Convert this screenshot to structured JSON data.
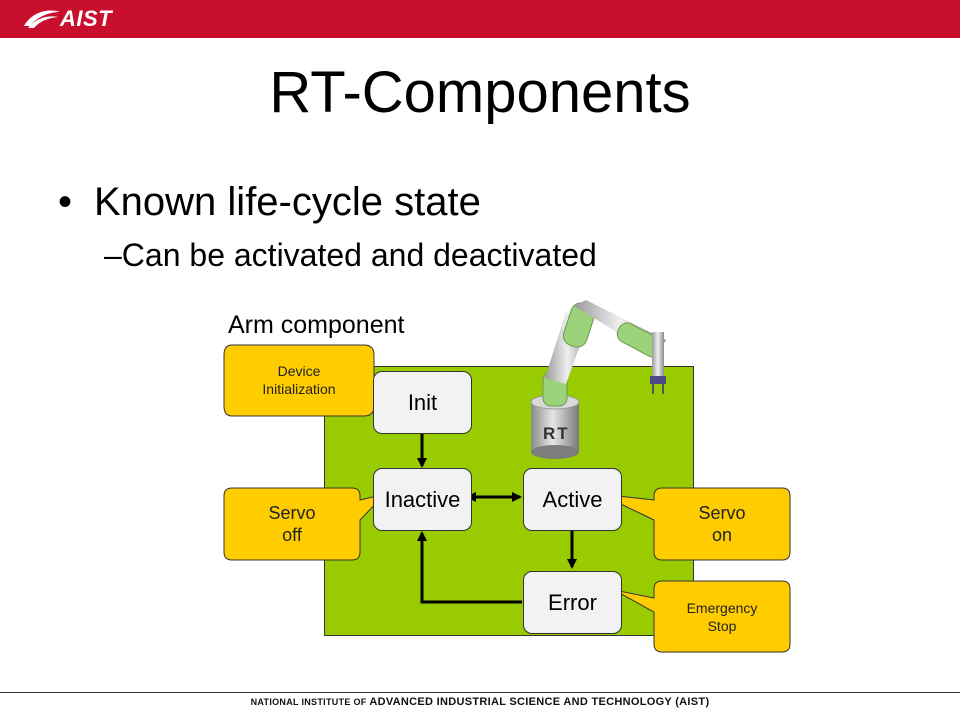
{
  "header": {
    "logo_text": "AIST",
    "bar_color": "#c8102e"
  },
  "title": "RT-Components",
  "bullets": {
    "b1_mark": "•",
    "b1_text": "Known life-cycle state",
    "b2_text": "–Can be activated and deactivated"
  },
  "diagram": {
    "arm_label": "Arm component",
    "box_color": "#99cc00",
    "callout_color": "#ffcc00",
    "states": {
      "init": "Init",
      "inactive": "Inactive",
      "active": "Active",
      "error": "Error"
    },
    "callouts": {
      "device_init_1": "Device",
      "device_init_2": "Initialization",
      "servo_off_1": "Servo",
      "servo_off_2": "off",
      "servo_on_1": "Servo",
      "servo_on_2": "on",
      "emergency_1": "Emergency",
      "emergency_2": "Stop"
    },
    "robot_label": "RT"
  },
  "footer": {
    "prefix": "NATIONAL INSTITUTE OF",
    "main": "ADVANCED INDUSTRIAL SCIENCE AND TECHNOLOGY (AIST)"
  }
}
